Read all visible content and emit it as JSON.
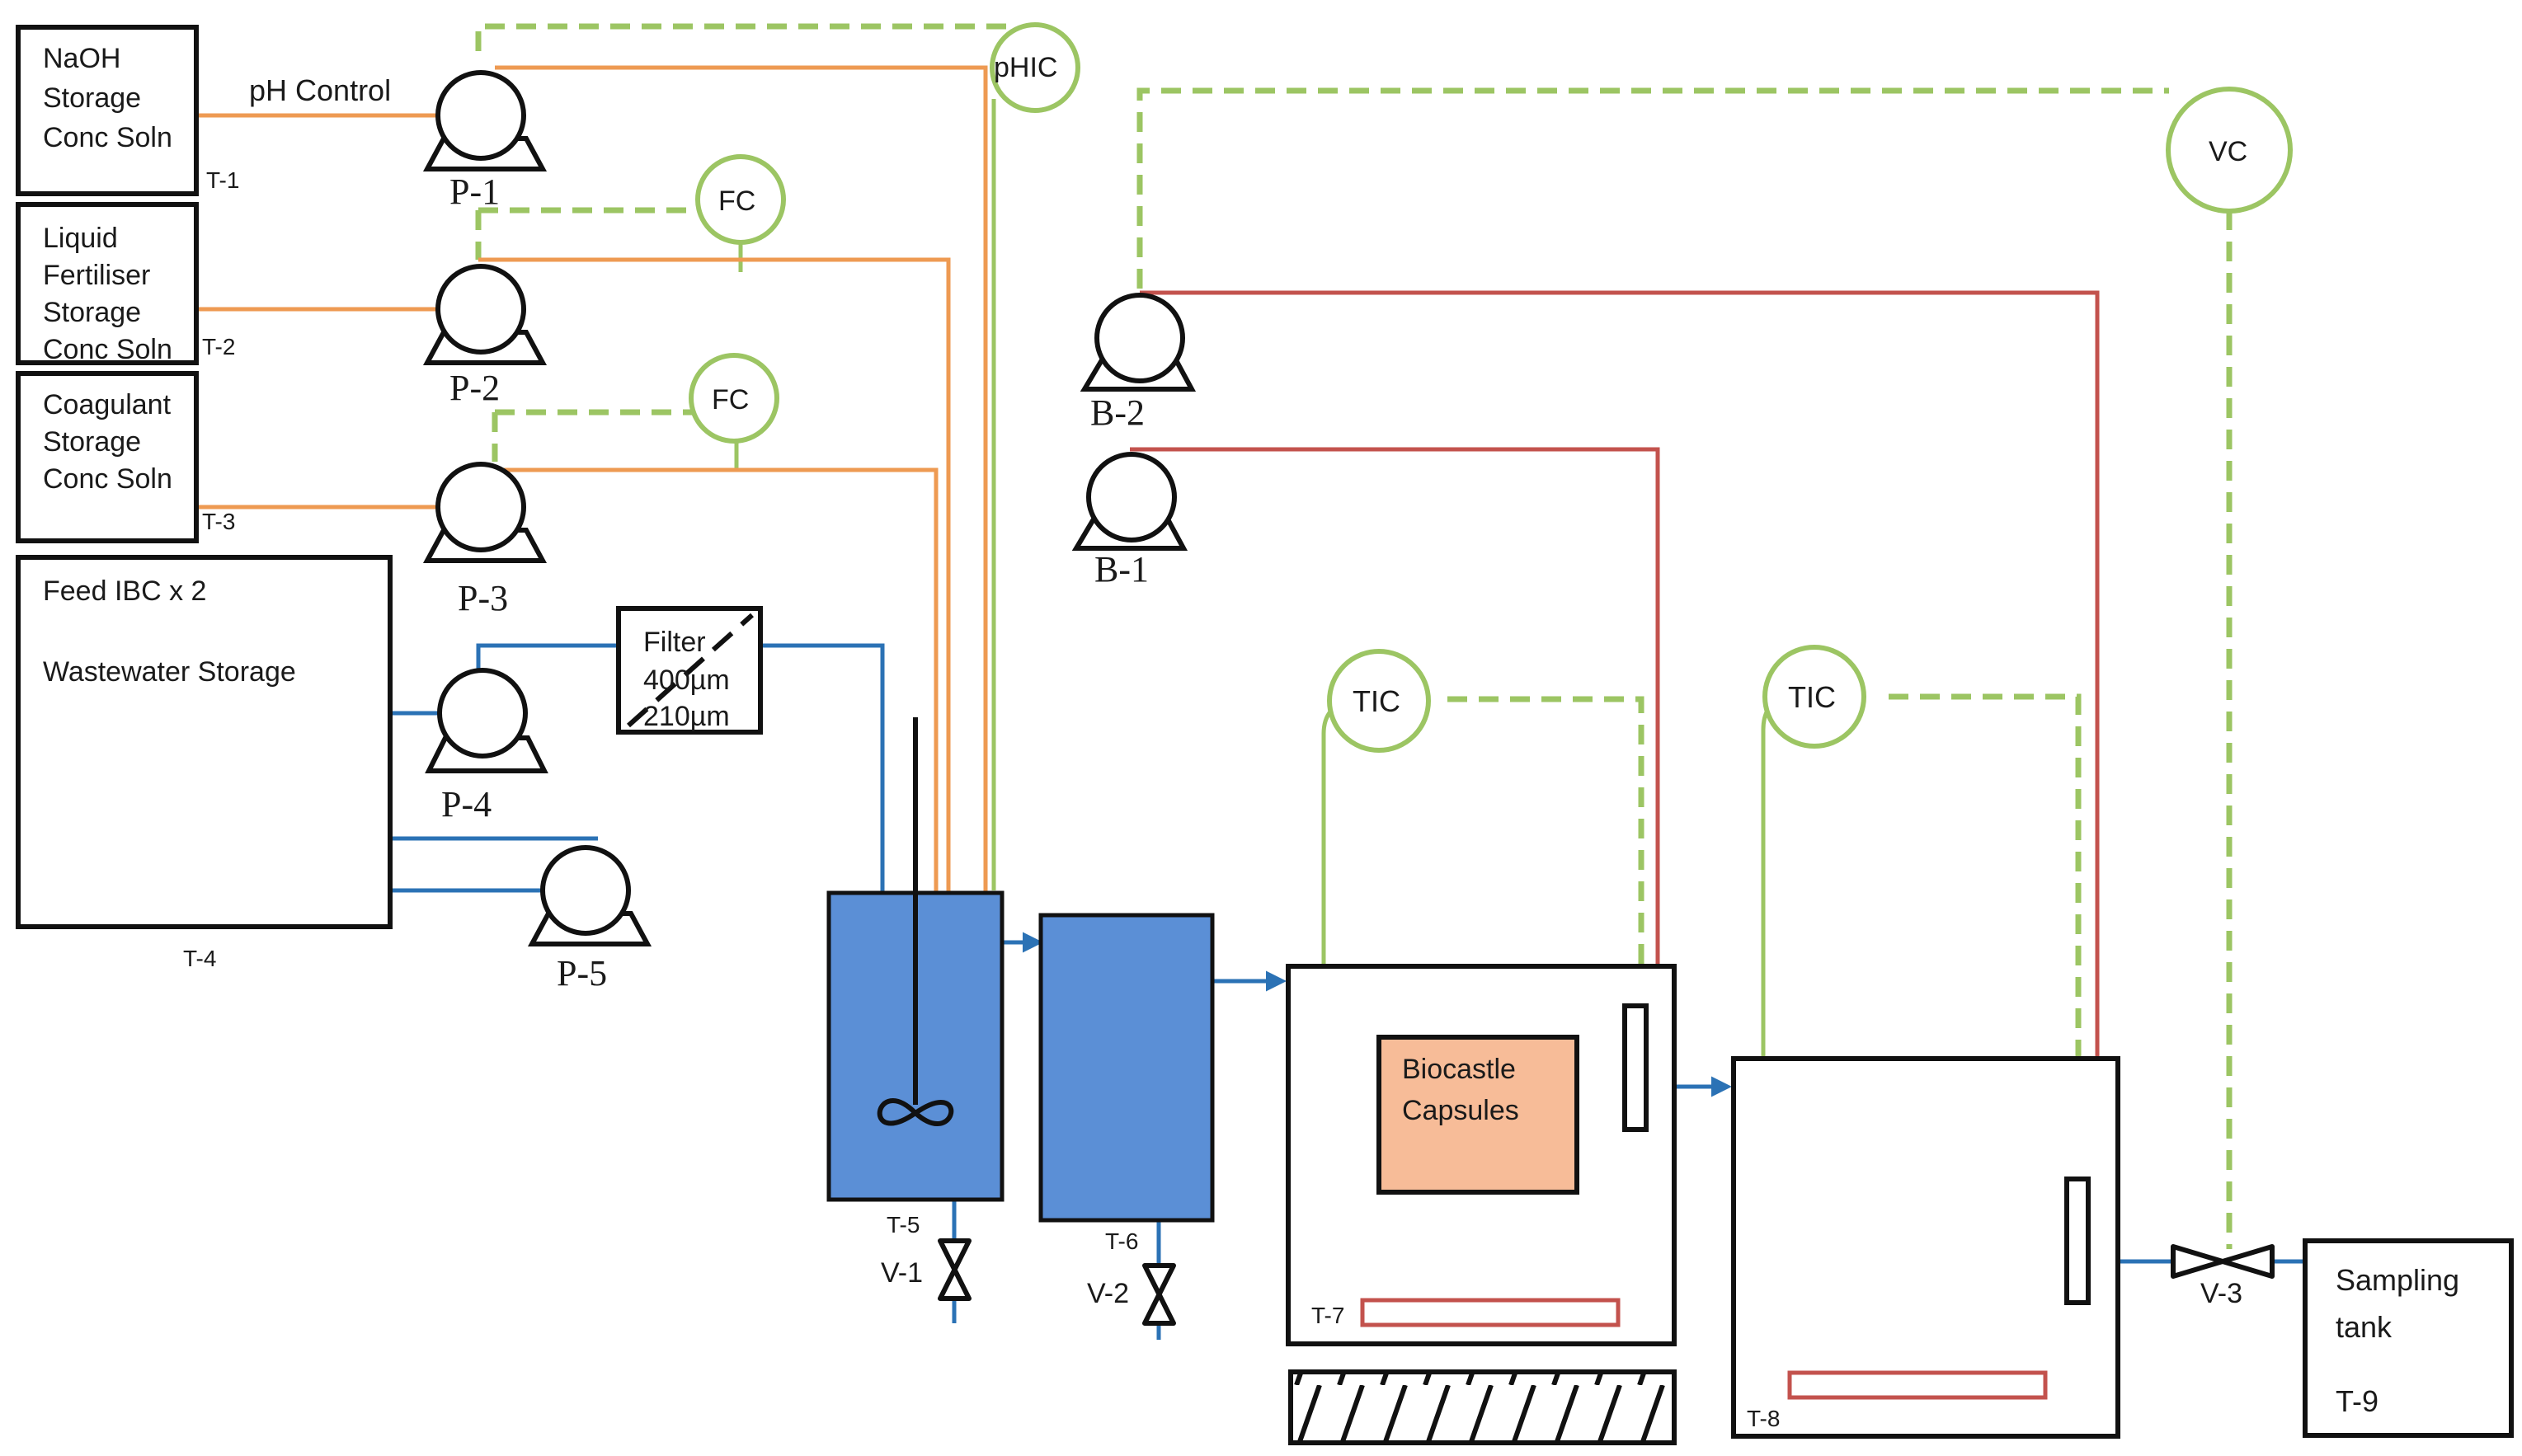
{
  "tanks": {
    "t1": {
      "lines": [
        "NaOH",
        "Storage",
        "Conc Soln"
      ],
      "tag": "T-1"
    },
    "t2": {
      "lines": [
        "Liquid",
        "Fertiliser",
        "Storage",
        "Conc Soln"
      ],
      "tag": "T-2"
    },
    "t3": {
      "lines": [
        "Coagulant",
        "Storage",
        "Conc Soln"
      ],
      "tag": "T-3"
    },
    "t4": {
      "title": "Feed IBC x 2",
      "subtitle": "Wastewater Storage",
      "tag": "T-4"
    },
    "t5": {
      "tag": "T-5"
    },
    "t6": {
      "tag": "T-6"
    },
    "t7": {
      "tag": "T-7",
      "inner": [
        "Biocastle",
        "Capsules"
      ]
    },
    "t8": {
      "tag": "T-8"
    },
    "t9": {
      "lines": [
        "Sampling",
        "tank"
      ],
      "tag": "T-9"
    }
  },
  "pumps": {
    "p1": "P-1",
    "p2": "P-2",
    "p3": "P-3",
    "p4": "P-4",
    "p5": "P-5",
    "b1": "B-1",
    "b2": "B-2"
  },
  "valves": {
    "v1": "V-1",
    "v2": "V-2",
    "v3": "V-3"
  },
  "controllers": {
    "phic": "pHIC",
    "fc1": "FC",
    "fc2": "FC",
    "vc": "VC",
    "tic1": "TIC",
    "tic2": "TIC"
  },
  "labels": {
    "ph_control": "pH Control"
  },
  "filter": {
    "lines": [
      "Filter",
      "400µm",
      "210µm"
    ]
  },
  "colors": {
    "dosing_line": "#ee9a52",
    "water_line": "#2b72b5",
    "air_heat_line": "#c3524d",
    "signal_line": "#9cc563",
    "reactor_fill": "#5b8fd6",
    "capsule_fill": "#f7bc98"
  }
}
